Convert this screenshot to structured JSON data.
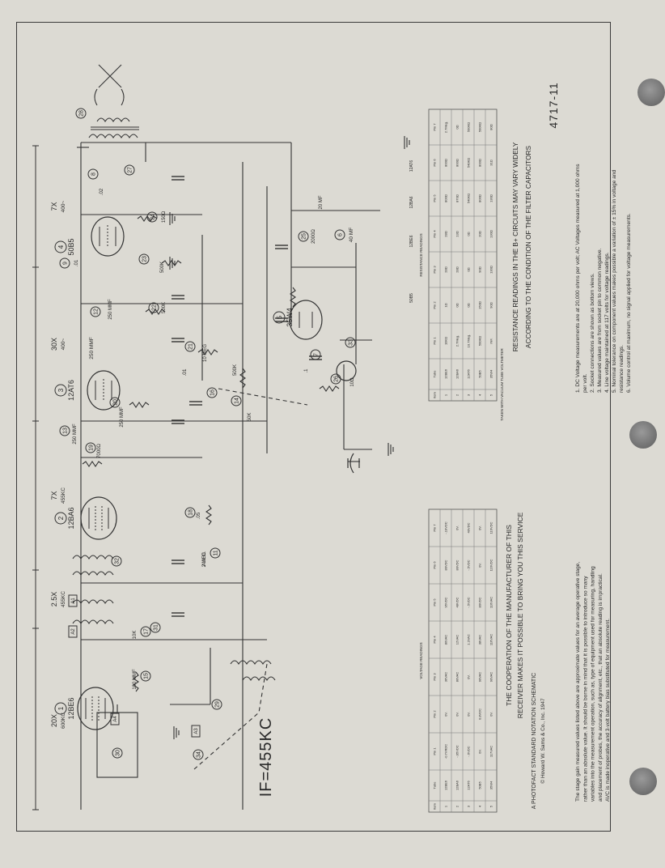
{
  "sheet": {
    "page_number": "4717-11",
    "if_label": "IF=455KC",
    "credit": {
      "line1": "A PHOTOFACT STANDARD NOTATION SCHEMATIC",
      "line2": "© Howard W. Sams & Co., Inc. 1947"
    },
    "cooperation": {
      "line1": "THE COOPERATION OF THE MANUFACTURER OF THIS",
      "line2": "RECEIVER MAKES IT POSSIBLE TO BRING YOU THIS SERVICE"
    },
    "resistance_warning": {
      "line1": "RESISTANCE READINGS IN THE B+ CIRCUITS MAY VARY WIDELY",
      "line2": "ACCORDING TO THE CONDITION OF THE FILTER CAPACITORS"
    },
    "vtvm_note": "TAKEN WITH VACUUM TUBE VOLTMETER"
  },
  "stage_gains": [
    {
      "gain": "20X",
      "freq": "600KC"
    },
    {
      "gain": "2.5X",
      "freq": "455KC"
    },
    {
      "gain": "7X",
      "freq": "455KC"
    },
    {
      "gain": "30X",
      "freq": "400~"
    },
    {
      "gain": "7X",
      "freq": "400~"
    }
  ],
  "tubes": [
    {
      "num": "1",
      "type": "12BE6"
    },
    {
      "num": "2",
      "type": "12BA6"
    },
    {
      "num": "3",
      "type": "12AT6"
    },
    {
      "num": "4",
      "type": "50B5"
    },
    {
      "num": "5",
      "type": "35W4"
    }
  ],
  "components": [
    {
      "num": "15",
      "value": "100 MMF"
    },
    {
      "num": "17",
      "value": "10K"
    },
    {
      "num": "11",
      "value": ".05"
    },
    {
      "num": "18",
      "value": "2 MEG"
    },
    {
      "num": "19",
      "value": "7000Ω"
    },
    {
      "num": "13",
      "value": "250 MMF"
    },
    {
      "num": "20",
      "value": "50K"
    },
    {
      "num": "14",
      "value": "250 MMF"
    },
    {
      "num": "21",
      "value": "10 MEG"
    },
    {
      "num": "16",
      "value": "500K"
    },
    {
      "num": "12",
      "value": "250 MMF"
    },
    {
      "num": "22",
      "value": "500K"
    },
    {
      "num": "9",
      "value": ".01"
    },
    {
      "num": "23",
      "value": "500K"
    },
    {
      "num": "24",
      "value": "150Ω"
    },
    {
      "num": "8",
      "value": ".02"
    },
    {
      "num": "25",
      "value": "2000Ω"
    },
    {
      "num": "6",
      "value": "20 MF"
    },
    {
      "num": "26",
      "value": "10Ω"
    },
    {
      "num": "7",
      "value": ".1"
    }
  ],
  "misc_labels": {
    "avc": "A.V.C.",
    "cap_40": "40 MF",
    "cap_01": ".01",
    "plus_250": "250 MMF"
  },
  "voltage_table": {
    "title": "VOLTAGE READINGS",
    "headers": [
      "Item",
      "Tube",
      "Pin 1",
      "Pin 2",
      "Pin 3",
      "Pin 4",
      "Pin 5",
      "Pin 6",
      "Pin 7"
    ],
    "rows": [
      [
        "1",
        "12BE6",
        "-0.7VRDC",
        "0V.",
        "36VAC",
        "80VAC",
        "95VDC",
        "80VDC",
        "-.19VDC"
      ],
      [
        "2",
        "12BA6",
        "-.05VDC",
        "0V.",
        "80VAC",
        "12VAC",
        "48VDC",
        "80VDC",
        "0V."
      ],
      [
        "3",
        "12AT6",
        "-.6VDC",
        "0V.",
        "0V.",
        "1.2VAC",
        "-.5VDC",
        "-.5VDC",
        "40VDC"
      ],
      [
        "4",
        "50B5",
        "0V.",
        "0.8VDC",
        "90VAC",
        "38VAC",
        "80VDC",
        "0V.",
        "0V."
      ],
      [
        "5",
        "35W4",
        "117VAC",
        "0V.",
        "90VAC",
        "116VAC",
        "116VAC",
        "116VDC",
        "116VDC"
      ]
    ]
  },
  "resistance_table": {
    "title": "RESISTANCE READINGS",
    "headers": [
      "Item",
      "Tube",
      "Pin 1",
      "Pin 2",
      "Pin 3",
      "Pin 4",
      "Pin 5",
      "Pin 6",
      "Pin 7"
    ],
    "rows": [
      [
        "1",
        "12BE6",
        "10KΩ",
        "1Ω",
        "28Ω",
        "28Ω",
        "800Ω",
        "800Ω",
        "2.7Meg."
      ],
      [
        "2",
        "12BA6",
        "2.7Meg.",
        "0Ω",
        "28Ω",
        "13Ω",
        "870Ω",
        "800Ω",
        "0Ω"
      ],
      [
        "3",
        "12AT6",
        "10.7Meg.",
        "0Ω",
        "0Ω",
        "0Ω",
        "540KΩ",
        "540KΩ",
        "500KΩ"
      ],
      [
        "4",
        "50B5",
        "500KΩ",
        "150Ω",
        "90Ω",
        "20Ω",
        "800Ω",
        "800Ω",
        "500KΩ"
      ],
      [
        "5",
        "35W4",
        "INF.",
        "90Ω",
        "130Ω",
        "130Ω",
        "130Ω",
        "31Ω",
        "80Ω"
      ]
    ]
  },
  "pinouts": {
    "labels": [
      "50B5",
      "12BE6",
      "12BA6",
      "12AT6"
    ]
  },
  "notes": {
    "left_para": "The stage gain measured values listed above are approximate values for an average operative stage, rather than an absolute value. It should be borne in mind that it is possible to introduce so many variables into the measurement operation, such as, type of equipment used for measuring, handling and placement of probes, the accuracy of alignment, etc., that an absolute reading is impractical. AVC is made inoperative and 3-volt battery bias substituted for measurement.",
    "items": [
      "1. DC Voltage measurements are at 20,000 ohms per volt; AC Voltages measured at 1,000 ohms per volt.",
      "2. Socket connections are shown as bottom views.",
      "3. Measured values are from socket pin to common negative.",
      "4. Line voltage maintained at 117 volts for voltage readings.",
      "5. Nominal tolerance on component values makes possible a variation of ± 15% in voltage and resistance readings.",
      "6. Volume control at maximum, no signal applied for voltage measurements."
    ]
  },
  "lugs": [
    "A1",
    "A2",
    "A3",
    "A4"
  ],
  "coil_numbers": [
    "27",
    "28",
    "29",
    "30",
    "31",
    "32",
    "33",
    "34"
  ],
  "icons": {
    "holes": "punch-hole-icon",
    "speaker": "speaker-icon",
    "plug": "ac-plug-icon"
  }
}
